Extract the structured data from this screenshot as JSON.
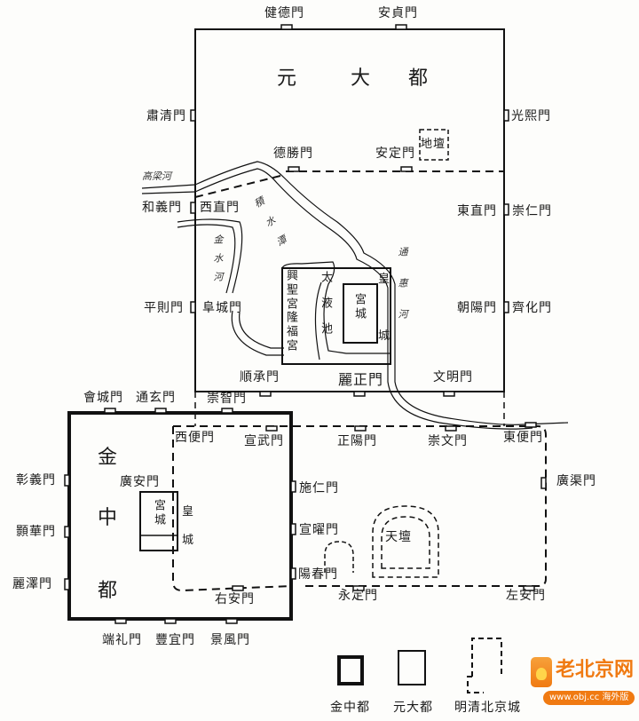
{
  "cities": {
    "yuan": {
      "title": [
        "元",
        "大",
        "都"
      ]
    },
    "jin": {
      "title": [
        "金",
        "中",
        "都"
      ]
    }
  },
  "yuan_gates": {
    "north": [
      "健德門",
      "安貞門"
    ],
    "west": [
      "肅清門",
      "和義門",
      "平則門"
    ],
    "east": [
      "光熙門",
      "崇仁門",
      "齊化門"
    ],
    "south": [
      "順承門",
      "麗正門",
      "文明門"
    ]
  },
  "ming_gates": {
    "north": [
      "德勝門",
      "安定門"
    ],
    "west": [
      "西直門",
      "阜城門"
    ],
    "east": [
      "東直門",
      "朝陽門"
    ],
    "inner_south": [
      "崇智門",
      "西便門",
      "宣武門",
      "正陽門",
      "崇文門",
      "東便門"
    ],
    "outer": [
      "廣渠門",
      "永定門",
      "左安門",
      "右安門"
    ]
  },
  "jin_gates": {
    "north": [
      "會城門",
      "通玄門"
    ],
    "west": [
      "彰義門",
      "顥華門",
      "麗澤門"
    ],
    "east": [
      "施仁門",
      "宣曜門",
      "陽春門"
    ],
    "south": [
      "端礼門",
      "豐宜門",
      "景風門"
    ],
    "inner": "廣安門"
  },
  "landmarks": {
    "ditan": "地壇",
    "tiantan": "天壇",
    "palace": "宮城",
    "imperial_city": [
      "皇",
      "城"
    ],
    "xingsheng": "興聖宮",
    "longfu": "隆福宮",
    "taiye": "太液池",
    "jin_palace": "宮城",
    "jin_imperial": [
      "皇",
      "城"
    ]
  },
  "rivers": {
    "gaoliang": "高梁河",
    "jishui": "積水潭",
    "jinshui": "金水河",
    "tonghui": "通惠河"
  },
  "legend": [
    "金中都",
    "元大都",
    "明清北京城"
  ],
  "watermark": {
    "title": "老北京网",
    "url": "www.obj.cc 海外版"
  }
}
